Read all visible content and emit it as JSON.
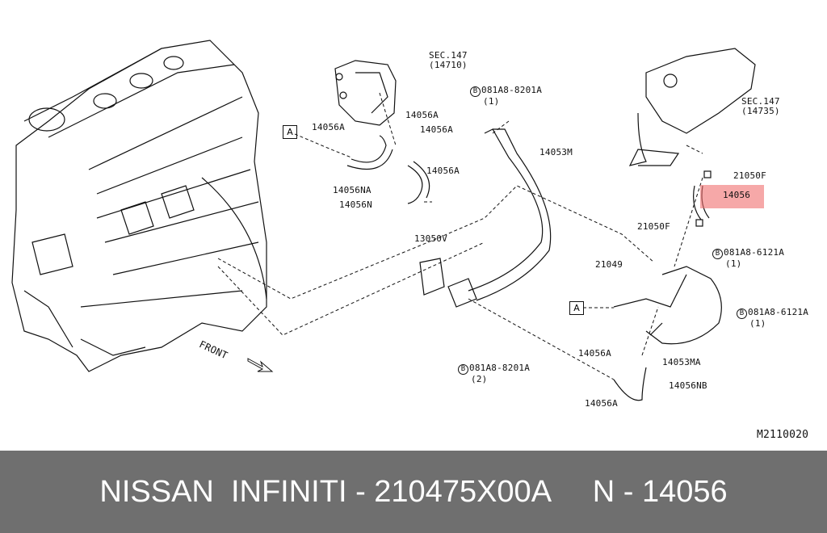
{
  "diagram": {
    "labels": {
      "sec147_a": "SEC.147",
      "sec147_a_sub": "(14710)",
      "bolt_8201_top": "081A8-8201A",
      "bolt_8201_top_qty": "(1)",
      "clamp_1": "14056A",
      "clamp_2": "14056A",
      "clamp_3": "14056A",
      "clamp_4": "14056A",
      "tube_14053m": "14053M",
      "hose_14056na": "14056NA",
      "hose_14056n": "14056N",
      "sec147_b": "SEC.147",
      "sec147_b_sub": "(14735)",
      "clip_21050f_top": "21050F",
      "hose_14056": "14056",
      "clip_21050f_bottom": "21050F",
      "gasket_13050v": "13050V",
      "bolt_6121_top": "081A8-6121A",
      "bolt_6121_top_qty": "(1)",
      "part_21049": "21049",
      "bolt_6121_bottom": "081A8-6121A",
      "bolt_6121_bottom_qty": "(1)",
      "clamp_5": "14056A",
      "tube_14053ma": "14053MA",
      "bolt_8201_bottom": "081A8-8201A",
      "bolt_8201_bottom_qty": "(2)",
      "hose_14056nb": "14056NB",
      "clamp_6": "14056A",
      "ref_a": "A",
      "bolt_symbol": "B",
      "front": "FRONT"
    },
    "diagram_code": "M2110020",
    "highlight_color": "#f06e6e"
  },
  "footer": {
    "text": "NISSAN  INFINITI - 210475X00A     N - 14056"
  }
}
